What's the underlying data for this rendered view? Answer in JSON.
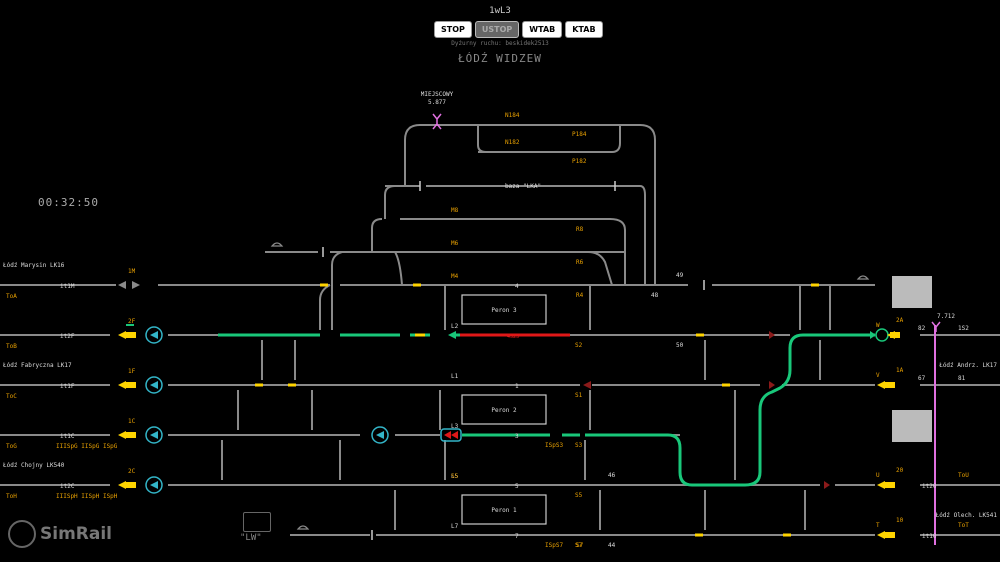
{
  "header": {
    "station_code": "1wL3",
    "buttons": [
      "STOP",
      "USTOP",
      "WTAB",
      "KTAB"
    ],
    "duty_text": "Dyżurny ruchu: beskidek2513",
    "station_name": "ŁÓDŹ WIDZEW"
  },
  "clock": "00:32:50",
  "lines": {
    "marysin": "Łódź Marysin LK16",
    "fabryczna": "Łódź Fabryczna LK17",
    "chojny": "Łódź Chojny LK540",
    "andrz": "Łódź Andrz. LK17",
    "olech": "Łódź Olech. LK541"
  },
  "platforms": [
    "Peron 3",
    "Peron 2",
    "Peron 1"
  ],
  "miejscowy": {
    "label": "MIEJSCOWY",
    "km": "5.877"
  },
  "km_east": "7.712",
  "baza": "baza \"LKA\"",
  "lw_label": "\"LW\"",
  "logo": "SimRail",
  "colors": {
    "occupied": "#e01818",
    "route": "#19c77a",
    "track": "#8a8a8a",
    "signal": "#ffd400",
    "text": "#dddddd"
  },
  "track_labels": {
    "row1": [
      "it1M",
      "4",
      "48",
      "49"
    ],
    "row2": [
      "it2F",
      "L2",
      "4S2S",
      "S2",
      "50",
      "82",
      "1S2"
    ],
    "row3": [
      "it1F",
      "L1",
      "1",
      "S1",
      "67",
      "81"
    ],
    "row4": [
      "it1C",
      "L3",
      "3",
      "ISpS3",
      "S3"
    ],
    "row5": [
      "it2C",
      "L5",
      "5",
      "S5",
      "46",
      "it20"
    ],
    "row6": [
      "L7",
      "7",
      "ISpS7",
      "S7",
      "44",
      "it10"
    ]
  },
  "signal_labels": [
    "1M",
    "2F",
    "1F",
    "1C",
    "2C",
    "M4",
    "M6",
    "M8",
    "R4",
    "R6",
    "R8",
    "S5",
    "S7",
    "W",
    "V",
    "U",
    "T",
    "2A",
    "1A",
    "20",
    "10",
    "N184",
    "N182",
    "P184",
    "P182"
  ],
  "small_labels": [
    "ToA",
    "ToB",
    "ToC",
    "ToG",
    "ToH",
    "ToU",
    "ToT",
    "IIISpG IISpG ISpG",
    "IIISpH IISpH ISpH"
  ]
}
